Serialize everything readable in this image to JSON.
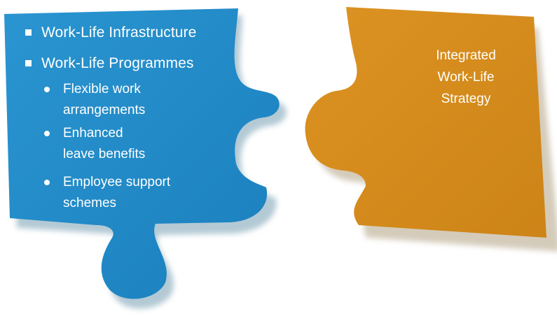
{
  "colors": {
    "blue_piece": "#1f8ac7",
    "blue_piece_shadow": "#9ab8c6",
    "orange_piece": "#d58b1c",
    "orange_piece_shadow": "#c3b69e",
    "text": "#ffffff"
  },
  "left_piece": {
    "items": [
      {
        "label": "Work-Life Infrastructure",
        "subitems": []
      },
      {
        "label": "Work-Life Programmes",
        "subitems": [
          {
            "lines": [
              "Flexible work",
              "arrangements"
            ]
          },
          {
            "lines": [
              "Enhanced",
              "leave benefits"
            ]
          },
          {
            "lines": [
              "Employee support",
              "schemes"
            ]
          }
        ]
      }
    ]
  },
  "right_piece": {
    "lines": [
      "Integrated",
      "Work-Life",
      "Strategy"
    ]
  }
}
